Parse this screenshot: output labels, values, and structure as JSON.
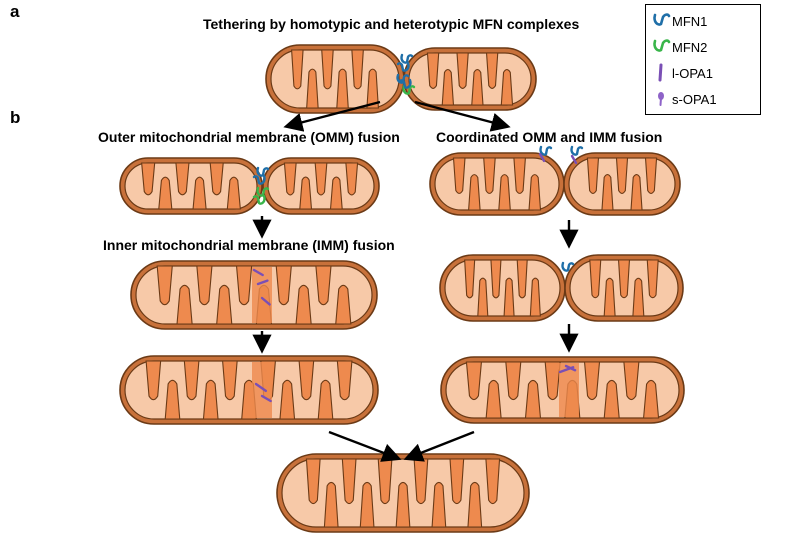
{
  "panels": {
    "a": "a",
    "b": "b"
  },
  "titles": {
    "tethering": "Tethering by homotypic and heterotypic MFN complexes",
    "omm_fusion": "Outer mitochondrial membrane (OMM) fusion",
    "coordinated": "Coordinated OMM and IMM fusion",
    "imm_fusion": "Inner mitochondrial membrane (IMM) fusion"
  },
  "legend": [
    {
      "label": "MFN1",
      "icon": "mfn1-icon",
      "color": "#1f6fa8"
    },
    {
      "label": "MFN2",
      "icon": "mfn2-icon",
      "color": "#39b54a"
    },
    {
      "label": "l-OPA1",
      "icon": "l-opa1-icon",
      "color": "#7a4fb5"
    },
    {
      "label": "s-OPA1",
      "icon": "s-opa1-icon",
      "color": "#8e63c8"
    }
  ],
  "colors": {
    "outer_membrane": "#c8713a",
    "outline": "#6b3a16",
    "matrix": "#f7c9a8",
    "crista": "#ee8a4e",
    "arrow": "#000000"
  }
}
